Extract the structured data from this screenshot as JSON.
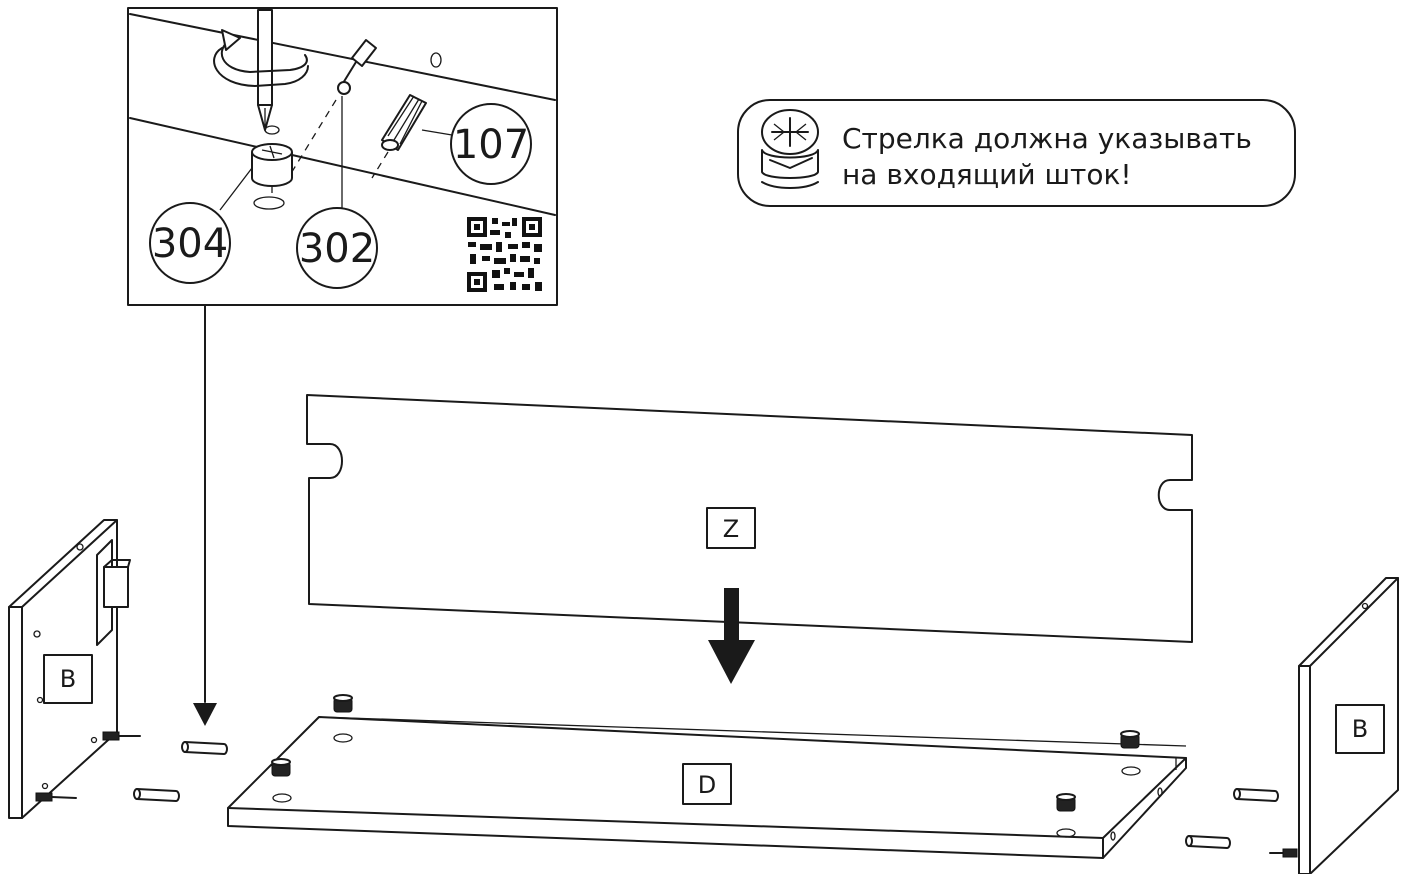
{
  "detail_box": {
    "callouts": [
      "107",
      "304",
      "302"
    ],
    "has_qr_code": true
  },
  "note": {
    "icon": "cam-lock-icon",
    "line1": "Стрелка должна указывать",
    "line2": "на входящий шток!"
  },
  "parts": {
    "back_panel": "Z",
    "bottom_panel": "D",
    "left_side": "B",
    "right_side": "B"
  },
  "colors": {
    "line": "#1a1a1a",
    "background": "#ffffff"
  }
}
